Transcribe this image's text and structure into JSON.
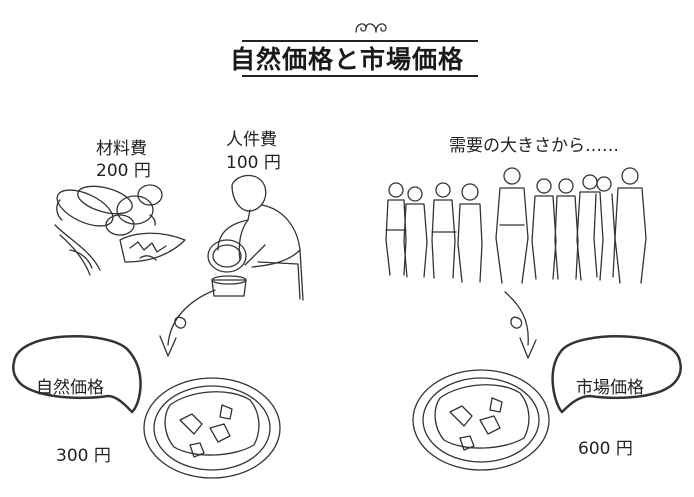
{
  "title": "自然価格と市場価格",
  "costs": {
    "materials": {
      "label": "材料費",
      "amount": "200 円"
    },
    "labor": {
      "label": "人件費",
      "amount": "100 円"
    }
  },
  "demand_text": "需要の大きさから……",
  "natural_price": {
    "label": "自然価格",
    "amount": "300 円"
  },
  "market_price": {
    "label": "市場価格",
    "amount": "600 円"
  }
}
